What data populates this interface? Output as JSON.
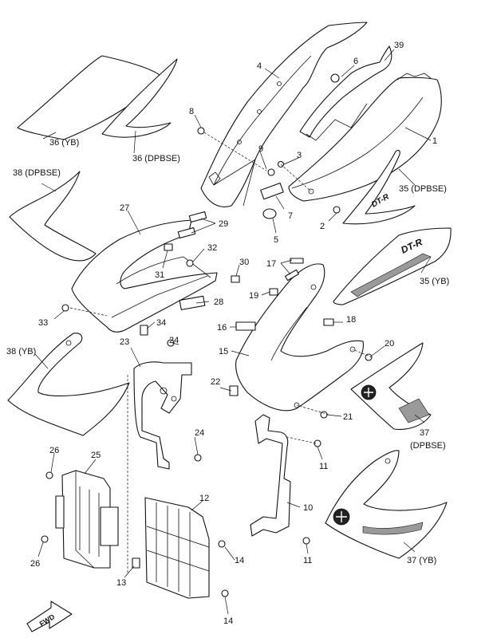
{
  "callouts": [
    {
      "id": "c1",
      "text": "1"
    },
    {
      "id": "c2",
      "text": "2"
    },
    {
      "id": "c3",
      "text": "3"
    },
    {
      "id": "c4",
      "text": "4"
    },
    {
      "id": "c5",
      "text": "5"
    },
    {
      "id": "c6",
      "text": "6"
    },
    {
      "id": "c7",
      "text": "7"
    },
    {
      "id": "c8",
      "text": "8"
    },
    {
      "id": "c9",
      "text": "9"
    },
    {
      "id": "c10",
      "text": "10"
    },
    {
      "id": "c11a",
      "text": "11"
    },
    {
      "id": "c11b",
      "text": "11"
    },
    {
      "id": "c12",
      "text": "12"
    },
    {
      "id": "c13",
      "text": "13"
    },
    {
      "id": "c14a",
      "text": "14"
    },
    {
      "id": "c14b",
      "text": "14"
    },
    {
      "id": "c15",
      "text": "15"
    },
    {
      "id": "c16",
      "text": "16"
    },
    {
      "id": "c17",
      "text": "17"
    },
    {
      "id": "c18",
      "text": "18"
    },
    {
      "id": "c19",
      "text": "19"
    },
    {
      "id": "c20",
      "text": "20"
    },
    {
      "id": "c21",
      "text": "21"
    },
    {
      "id": "c22",
      "text": "22"
    },
    {
      "id": "c23",
      "text": "23"
    },
    {
      "id": "c24a",
      "text": "24"
    },
    {
      "id": "c24b",
      "text": "24"
    },
    {
      "id": "c25",
      "text": "25"
    },
    {
      "id": "c26a",
      "text": "26"
    },
    {
      "id": "c26b",
      "text": "26"
    },
    {
      "id": "c27",
      "text": "27"
    },
    {
      "id": "c28",
      "text": "28"
    },
    {
      "id": "c29",
      "text": "29"
    },
    {
      "id": "c30",
      "text": "30"
    },
    {
      "id": "c31",
      "text": "31"
    },
    {
      "id": "c32",
      "text": "32"
    },
    {
      "id": "c33",
      "text": "33"
    },
    {
      "id": "c34",
      "text": "34"
    },
    {
      "id": "c35a",
      "text": "35 (DPBSE)"
    },
    {
      "id": "c35b",
      "text": "35 (YB)"
    },
    {
      "id": "c36a",
      "text": "36 (YB)"
    },
    {
      "id": "c36b",
      "text": "36 (DPBSE)"
    },
    {
      "id": "c37a",
      "text": "37"
    },
    {
      "id": "c37a2",
      "text": "(DPBSE)"
    },
    {
      "id": "c37b",
      "text": "37 (YB)"
    },
    {
      "id": "c38a",
      "text": "38 (DPBSE)"
    },
    {
      "id": "c38b",
      "text": "38 (YB)"
    },
    {
      "id": "c39",
      "text": "39"
    }
  ],
  "decal_text": "DT-R",
  "fwd_label": "FWD",
  "colors": {
    "line": "#111111",
    "background": "#ffffff"
  },
  "icons": [
    "forward-arrow-icon",
    "tuning-fork-logo-icon"
  ]
}
